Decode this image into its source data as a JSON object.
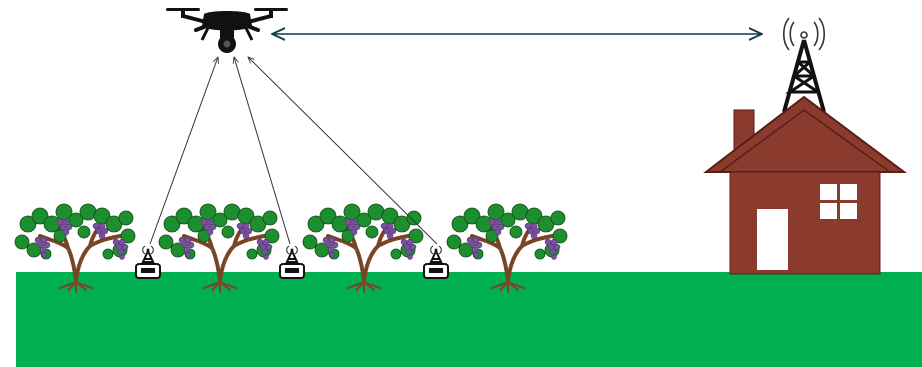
{
  "scene": {
    "colors": {
      "ground": "#00b050",
      "house_wall": "#8b3a2e",
      "house_outline": "#5a1e14",
      "window": "#ffffff",
      "grape": "#7b4fa0",
      "leaf": "#1e8f2e",
      "trunk": "#7a4426",
      "drone": "#111111",
      "link_arrow": "#0f3a4a",
      "sensor_arrow": "#333333"
    },
    "drone": {
      "icon": "drone-icon"
    },
    "tower": {
      "icon": "radio-tower-icon"
    },
    "house": {
      "icon": "house-icon"
    },
    "vines": {
      "count": 4,
      "icon": "grapevine-icon"
    },
    "sensors": {
      "count": 3,
      "icon": "sensor-node-icon"
    },
    "links": [
      {
        "from": "drone",
        "to": "tower",
        "type": "bidirectional"
      },
      {
        "from": "sensor-1",
        "to": "drone",
        "type": "uplink"
      },
      {
        "from": "sensor-2",
        "to": "drone",
        "type": "uplink"
      },
      {
        "from": "sensor-3",
        "to": "drone",
        "type": "uplink"
      }
    ]
  }
}
